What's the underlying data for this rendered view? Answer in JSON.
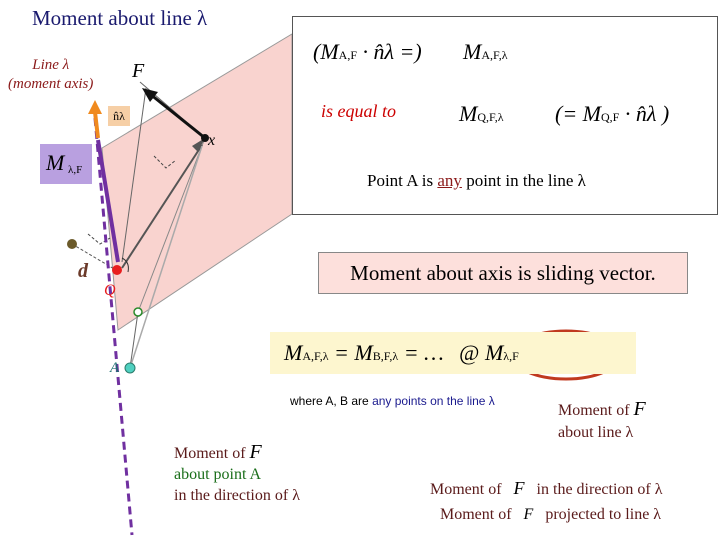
{
  "title": "Moment about line λ",
  "axis_label": {
    "line1": "Line λ",
    "line2": "(moment axis)"
  },
  "diagram_labels": {
    "force": "F",
    "unit_vector": "n̂λ",
    "point_x": "x",
    "distance": "d",
    "point_q": "Q",
    "point_a": "A",
    "moment_vector": "M",
    "moment_vector_sub": "λ,F"
  },
  "box": {
    "eq_top_left": "(M",
    "eq_top_left_sub": "A,F",
    "eq_top_dot": "· n̂λ =)",
    "eq_top_right": "M",
    "eq_top_right_sub": "A,F,λ",
    "is_equal_to": "is equal to",
    "eq_mid_left": "M",
    "eq_mid_left_sub": "Q,F,λ",
    "eq_mid_right": "(= M",
    "eq_mid_right_sub": "Q,F",
    "eq_mid_right_tail": "· n̂λ )",
    "point_text_before": "Point A is",
    "point_text_any": "any",
    "point_text_after": "point in the line λ"
  },
  "sliding_text": "Moment about axis is sliding vector.",
  "equality": {
    "m1": "M",
    "m1_sub": "A,F,λ",
    "eq1": "= M",
    "m2_sub": "B,F,λ",
    "dots": "= …",
    "at": "@",
    "m3": "M",
    "m3_sub": "λ,F"
  },
  "where_note": {
    "prefix": "where A, B are",
    "highlight": "any points on the line λ"
  },
  "note_right": {
    "line1": "Moment of",
    "f": "F",
    "line2": "about line λ"
  },
  "note_left": {
    "line1": "Moment of",
    "f": "F",
    "line2": "about point A",
    "line3": "in the direction of λ"
  },
  "note_bottom": {
    "row1_a": "Moment of",
    "row1_f": "F",
    "row1_b": "in the direction of λ",
    "row2_a": "Moment of",
    "row2_f": "F",
    "row2_b": "projected to line λ"
  },
  "colors": {
    "plane": "#f9d3cf",
    "axis": "#7030a0",
    "moment_box": "#b9a0e0",
    "unit_box": "#f6cfa6",
    "arrow_orange": "#f08a1e",
    "circle": "#c0391f"
  }
}
